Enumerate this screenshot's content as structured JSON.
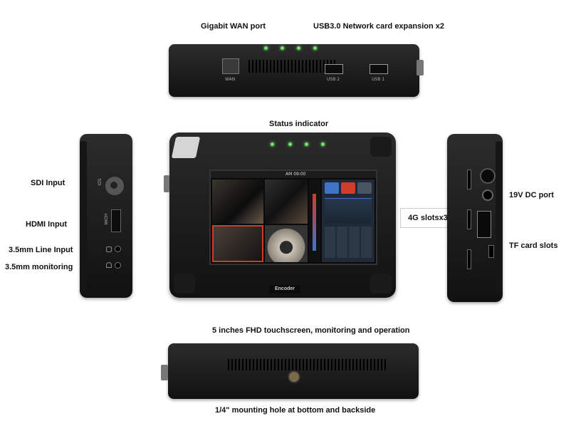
{
  "labels": {
    "gigabit_wan": "Gigabit WAN port",
    "usb_expansion": "USB3.0 Network card expansion x2",
    "status_indicator": "Status indicator",
    "sdi_input": "SDI Input",
    "hdmi_input": "HDMI Input",
    "line_input": "3.5mm Line Input",
    "monitoring": "3.5mm monitoring",
    "dc_port": "19V DC port",
    "slots_4g": "4G slotsx3",
    "tf_slots": "TF card slots",
    "touchscreen": "5 inches FHD touchscreen, monitoring and operation",
    "mounting_hole": "1/4\" mounting hole at bottom and backside"
  },
  "device_print": {
    "wan": "WAN",
    "usb2": "USB 2",
    "usb1": "USB 1",
    "brand": "Encoder",
    "sdi": "SDI",
    "hdmi": "HDMI",
    "clock": "AM 09:00"
  },
  "colors": {
    "led": "#6fe36f",
    "accent_red": "#d23a2a",
    "accent_blue": "#3f74c8"
  }
}
